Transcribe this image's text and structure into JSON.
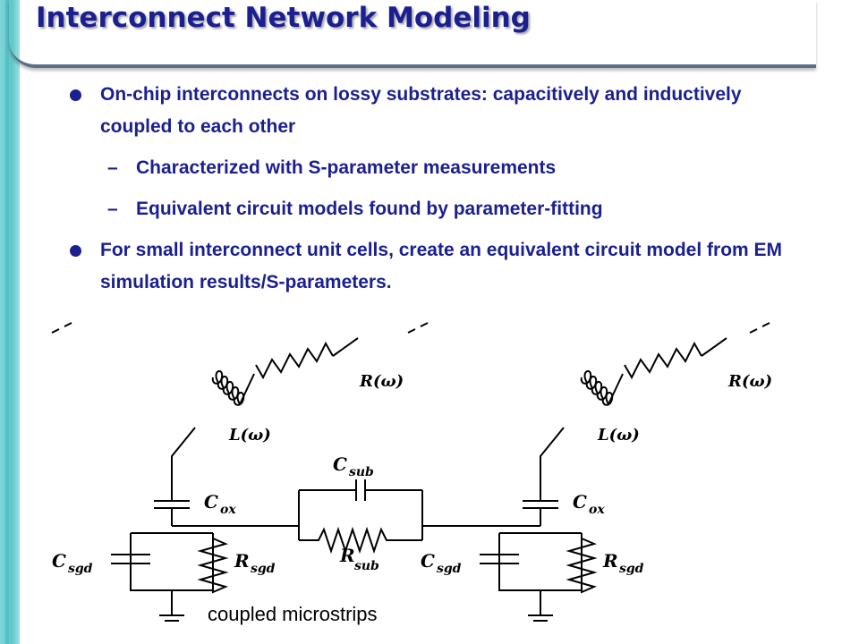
{
  "slide": {
    "title": "Interconnect Network Modeling"
  },
  "bullets": [
    {
      "text": "On-chip interconnects on lossy substrates: capacitively and inductively coupled to each other"
    },
    {
      "text": "For small interconnect unit cells, create an equivalent circuit model from EM simulation results/S-parameters."
    }
  ],
  "sub_bullets": [
    {
      "text": "Characterized with S-parameter measurements"
    },
    {
      "text": "Equivalent circuit models found by parameter-fitting"
    }
  ],
  "dash_glyph": "–",
  "circuit": {
    "labels": {
      "r_omega": "R(ω)",
      "l_omega": "L(ω)",
      "c_ox": "C",
      "c_ox_sub": "ox",
      "c_sub": "C",
      "c_sub_sub": "sub",
      "r_sub": "R",
      "r_sub_sub": "sub",
      "c_sgd": "C",
      "c_sgd_sub": "sgd",
      "r_sgd": "R",
      "r_sgd_sub": "sgd"
    },
    "caption": "coupled microstrips"
  }
}
